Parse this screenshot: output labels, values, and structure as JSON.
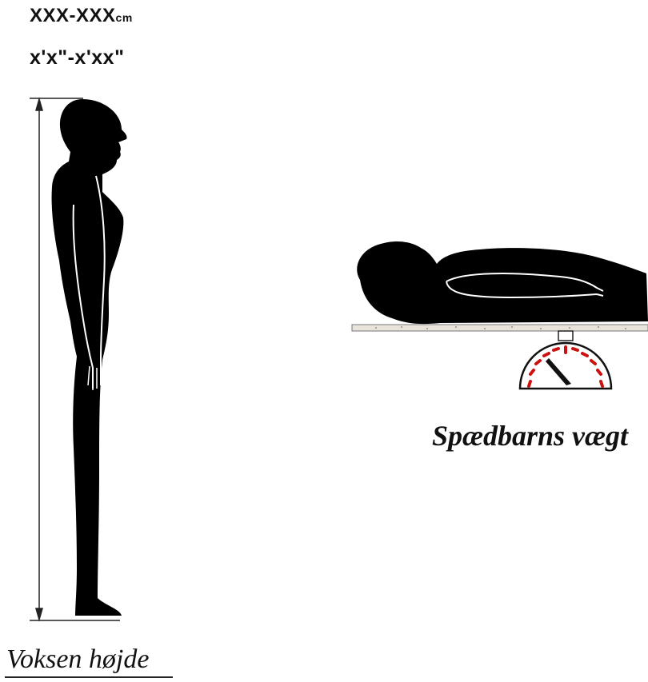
{
  "measurements": {
    "metric_value": "XXX-XXX",
    "metric_unit": "cm",
    "imperial_value": "x'x\"-x'xx\""
  },
  "captions": {
    "adult": "Voksen højde",
    "infant": "Spædbarns vægt"
  },
  "colors": {
    "silhouette": "#000000",
    "scale_ticks": "#cc1111",
    "table_surface": "#e8e4dc"
  }
}
